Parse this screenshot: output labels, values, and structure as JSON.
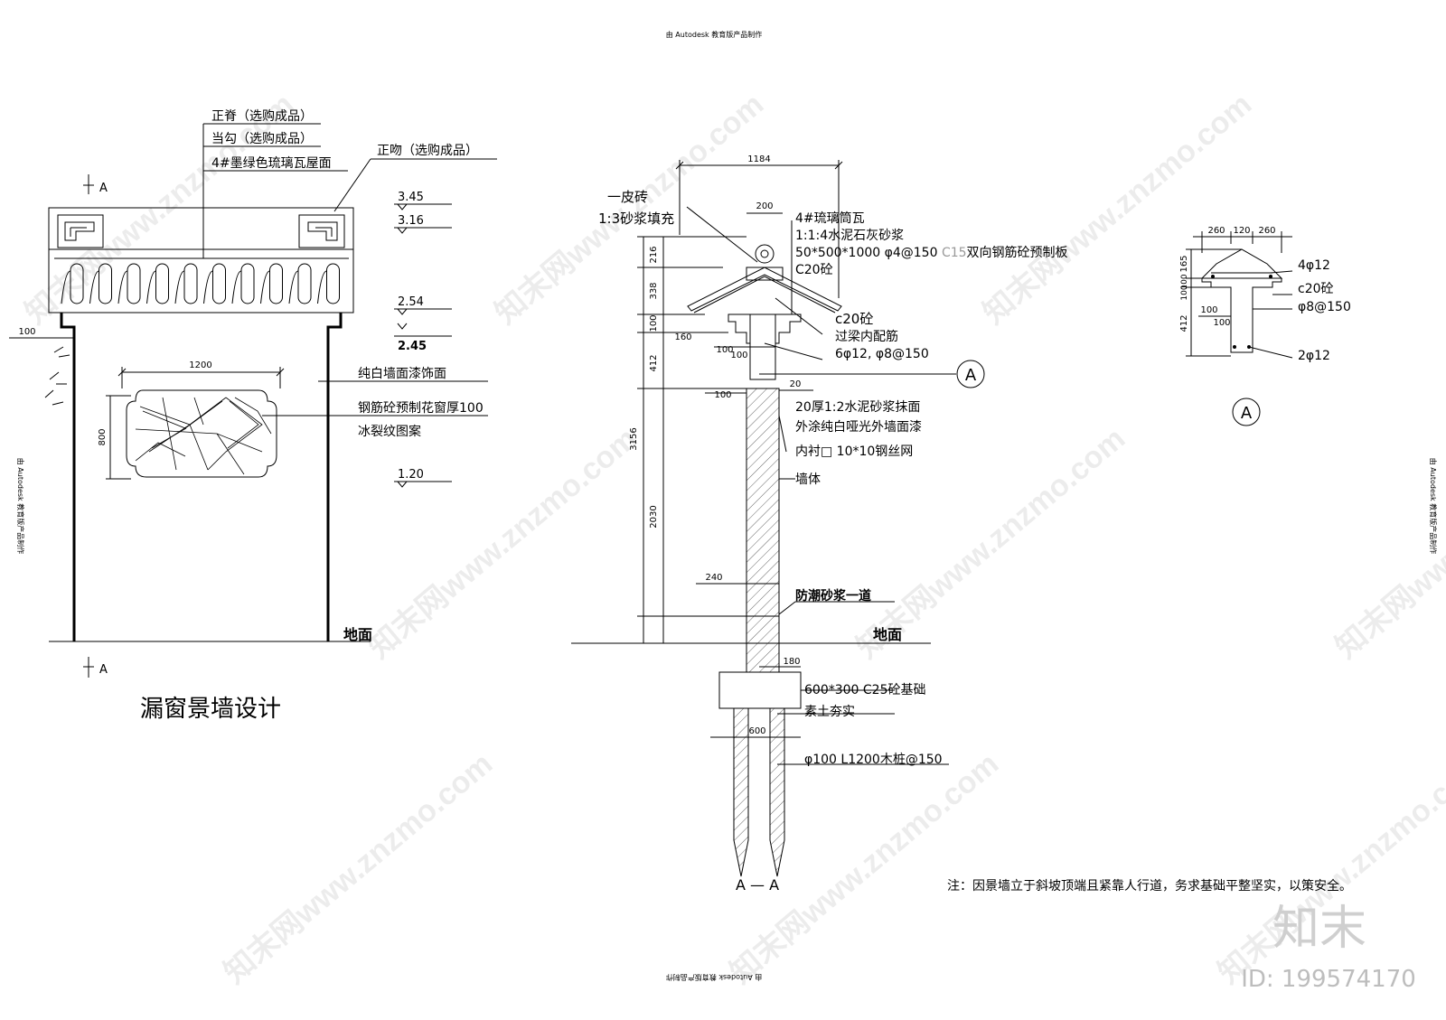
{
  "header_note": "由 Autodesk 教育版产品制作",
  "side_note": "由 Autodesk 教育版产品制作",
  "elevation": {
    "title": "漏窗景墙设计",
    "section_mark_top": "A",
    "section_mark_bottom": "A",
    "labels": {
      "ridge": "正脊（选购成品）",
      "eave_tile": "当勾（选购成品）",
      "roof": "4#墨绿色琉璃瓦屋面",
      "ridge_end": "正吻（选购成品）",
      "wall_finish": "纯白墙面漆饰面",
      "window": "钢筋砼预制花窗厚100",
      "pattern": "冰裂纹图案",
      "ground": "地面"
    },
    "levels": [
      "3.45",
      "3.16",
      "2.54",
      "2.45",
      "1.20"
    ],
    "dims": {
      "width": "1200",
      "height": "800",
      "left": "100"
    }
  },
  "section": {
    "title": "A — A",
    "labels": {
      "brick": "一皮砖",
      "mortar_fill": "1:3砂浆填充",
      "tile": "4#琉璃筒瓦",
      "mortar": "1:1:4水泥石灰砂浆",
      "slab_a": "50*500*1000 φ4@150 ",
      "slab_b": "C15",
      "slab_c": "双向钢筋砼预制板",
      "c20_a": "C20砼",
      "c20_b": "c20砼",
      "beam": "过梁内配筋",
      "rebar": "6φ12, φ8@150",
      "plaster": "20厚1:2水泥砂浆抹面",
      "paint": "外涂纯白哑光外墙面漆",
      "mesh": "内衬□ 10*10钢丝网",
      "wall": "墙体",
      "damp": "防潮砂浆一道",
      "ground": "地面",
      "footing": "600*300 C25砼基础",
      "soil": "素土夯实",
      "pile": "φ100 L1200木桩@150",
      "callout": "A"
    },
    "dims": {
      "top": "1184",
      "cap": "200",
      "d216": "216",
      "d338": "338",
      "d100a": "100",
      "d160": "160",
      "d412": "412",
      "d100b": "100",
      "d100c": "100",
      "d100d": "100",
      "d20": "20",
      "d3156": "3156",
      "d2030": "2030",
      "d240": "240",
      "d180": "180",
      "d600": "600"
    }
  },
  "detail": {
    "title": "A",
    "labels": {
      "r1": "4φ12",
      "r2": "c20砼",
      "r3": "φ8@150",
      "r4": "2φ12"
    },
    "dims": {
      "w1": "260",
      "w2": "120",
      "w3": "260",
      "h1": "165",
      "h2": "100",
      "h3": "100",
      "h4": "412",
      "h5": "100",
      "h6": "100"
    }
  },
  "note": "注：因景墙立于斜坡顶端且紧靠人行道，务求基础平整坚实，以策安全。",
  "brand": {
    "logo": "知末",
    "id": "ID: 199574170"
  }
}
